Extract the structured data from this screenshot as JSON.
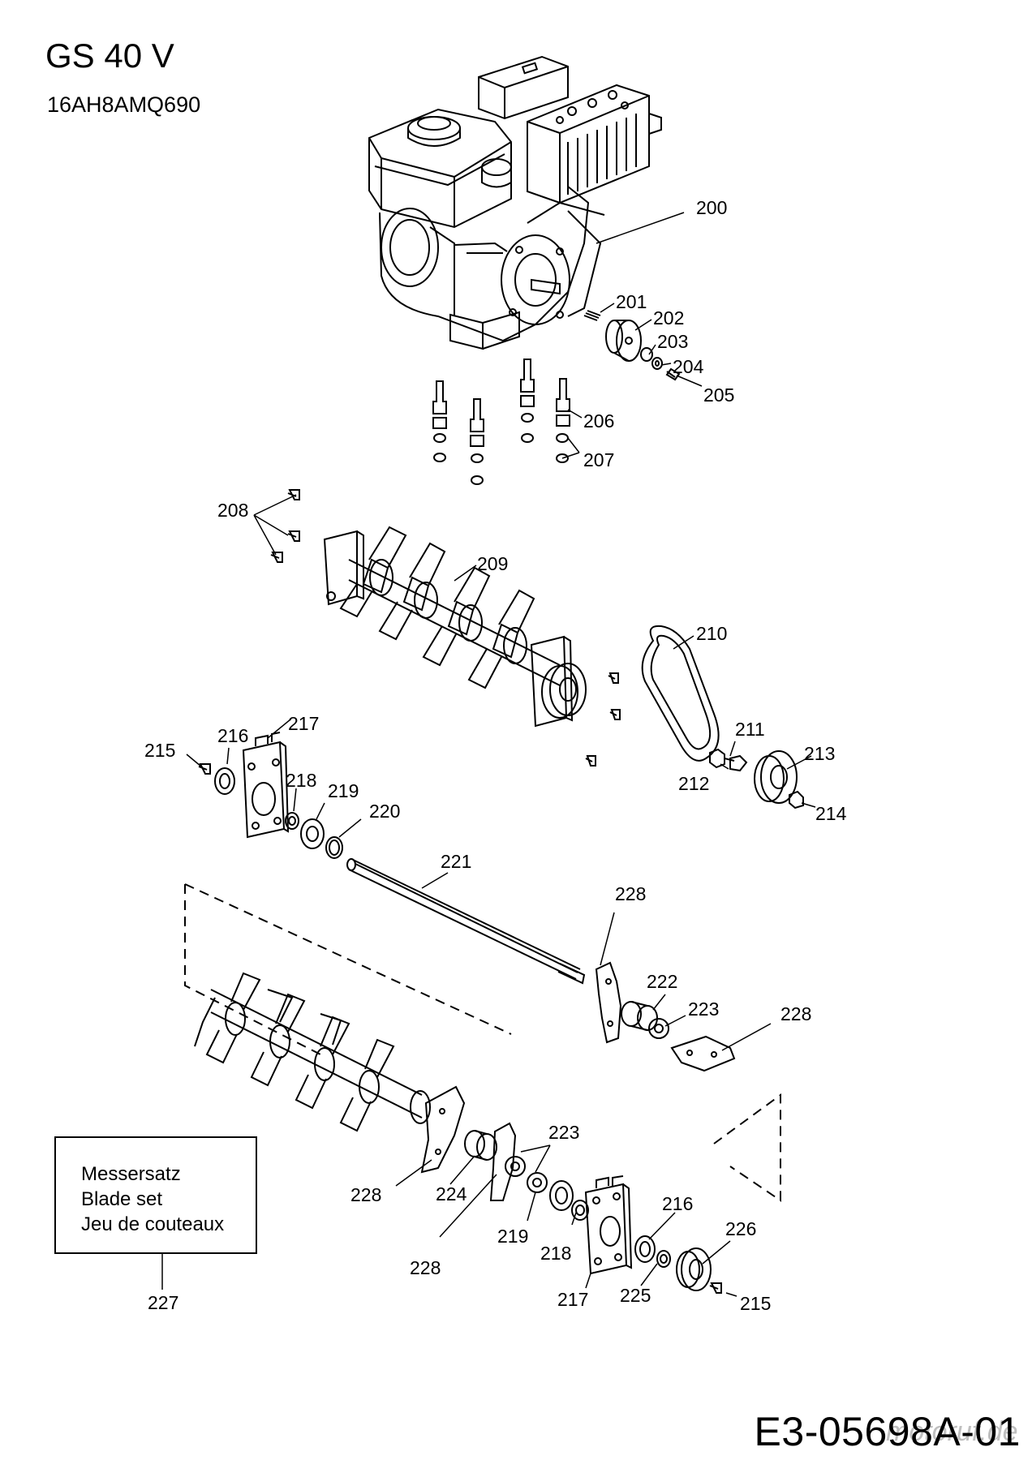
{
  "header": {
    "title": "GS 40 V",
    "subtitle": "16AH8AMQ690"
  },
  "footer": {
    "document_id": "E3-05698A-01",
    "watermark": "motoruf.de"
  },
  "kit_box": {
    "lines": [
      "Messersatz",
      "Blade set",
      "Jeu de couteaux"
    ],
    "part_number": "227"
  },
  "parts": [
    {
      "id": "p200",
      "number": "200"
    },
    {
      "id": "p201",
      "number": "201"
    },
    {
      "id": "p202",
      "number": "202"
    },
    {
      "id": "p203",
      "number": "203"
    },
    {
      "id": "p204",
      "number": "204"
    },
    {
      "id": "p205",
      "number": "205"
    },
    {
      "id": "p206",
      "number": "206"
    },
    {
      "id": "p207",
      "number": "207"
    },
    {
      "id": "p208",
      "number": "208"
    },
    {
      "id": "p209",
      "number": "209"
    },
    {
      "id": "p210",
      "number": "210"
    },
    {
      "id": "p211",
      "number": "211"
    },
    {
      "id": "p212",
      "number": "212"
    },
    {
      "id": "p213",
      "number": "213"
    },
    {
      "id": "p214",
      "number": "214"
    },
    {
      "id": "p215a",
      "number": "215"
    },
    {
      "id": "p216a",
      "number": "216"
    },
    {
      "id": "p217a",
      "number": "217"
    },
    {
      "id": "p218a",
      "number": "218"
    },
    {
      "id": "p219a",
      "number": "219"
    },
    {
      "id": "p220",
      "number": "220"
    },
    {
      "id": "p221",
      "number": "221"
    },
    {
      "id": "p228a",
      "number": "228"
    },
    {
      "id": "p222",
      "number": "222"
    },
    {
      "id": "p223a",
      "number": "223"
    },
    {
      "id": "p228b",
      "number": "228"
    },
    {
      "id": "p223b",
      "number": "223"
    },
    {
      "id": "p228c",
      "number": "228"
    },
    {
      "id": "p224",
      "number": "224"
    },
    {
      "id": "p228d",
      "number": "228"
    },
    {
      "id": "p219b",
      "number": "219"
    },
    {
      "id": "p218b",
      "number": "218"
    },
    {
      "id": "p217b",
      "number": "217"
    },
    {
      "id": "p216b",
      "number": "216"
    },
    {
      "id": "p225",
      "number": "225"
    },
    {
      "id": "p226",
      "number": "226"
    },
    {
      "id": "p215b",
      "number": "215"
    }
  ]
}
